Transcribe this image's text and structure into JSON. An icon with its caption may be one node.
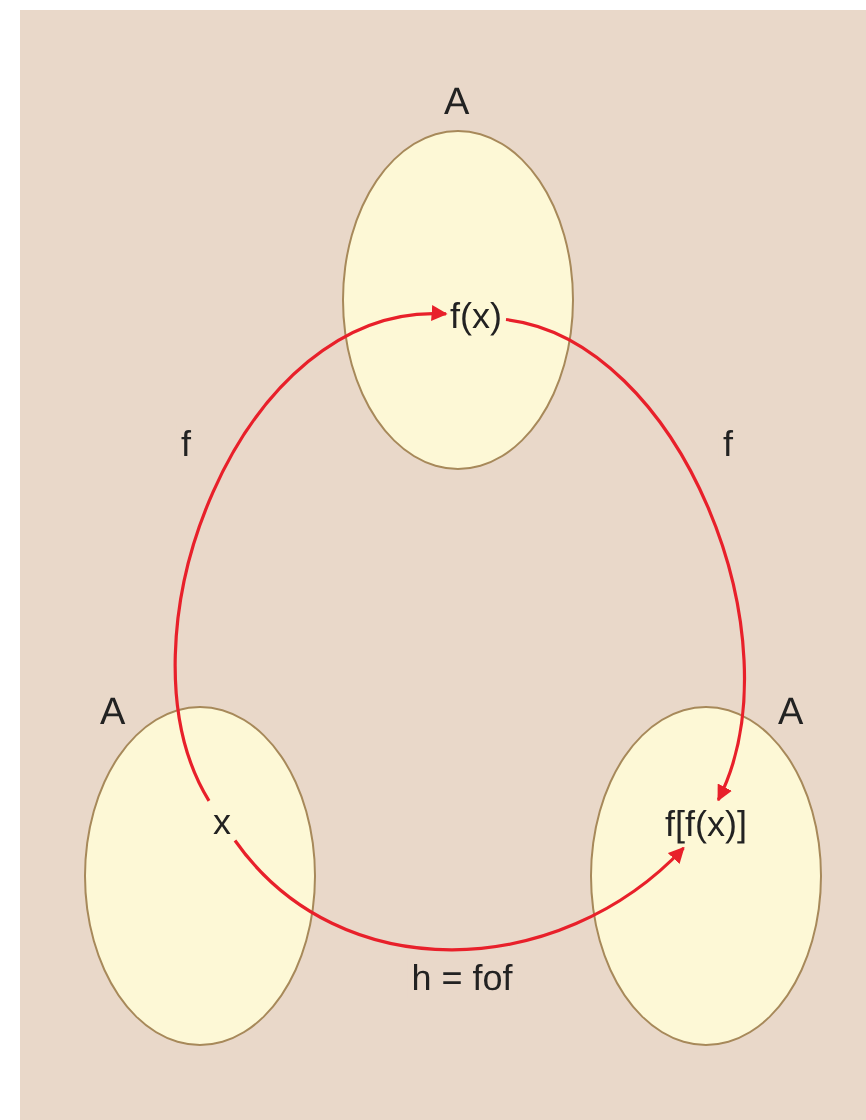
{
  "diagram": {
    "nodes": [
      {
        "text": [
          "A"
        ]
      },
      {
        "text": [
          "f(x)"
        ],
        "in": 0
      },
      {
        "text": [
          "A"
        ]
      },
      {
        "text": [
          "x"
        ],
        "in": 2
      },
      {
        "text": [
          "A"
        ]
      },
      {
        "text": [
          "f[f(x)]"
        ],
        "in": 4
      }
    ],
    "edges": [
      {
        "from": 3,
        "to": 1,
        "arrow": "to",
        "label": "f"
      },
      {
        "from": 1,
        "to": 5,
        "arrow": "to",
        "label": "f"
      },
      {
        "from": 3,
        "to": 5,
        "arrow": "to",
        "label": "h = fof"
      }
    ]
  }
}
